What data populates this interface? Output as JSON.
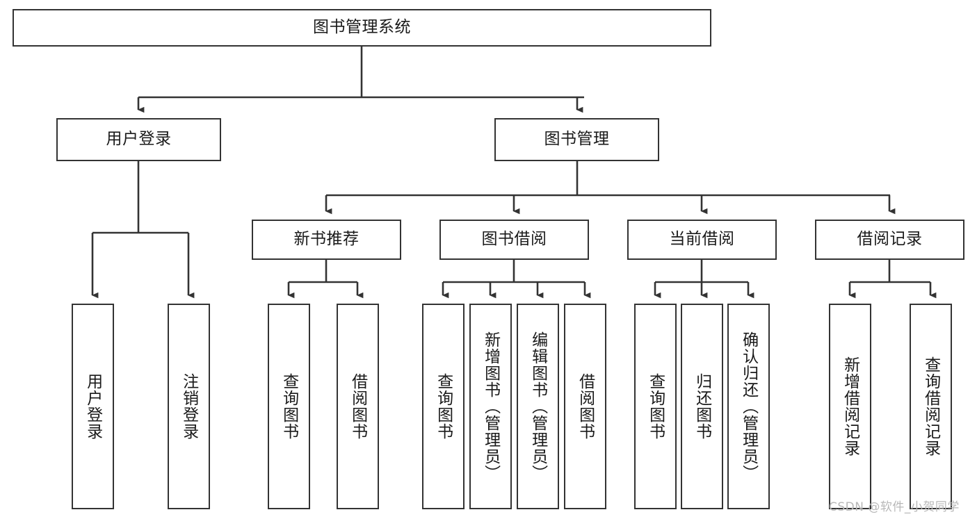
{
  "diagram": {
    "type": "tree-hierarchy-chart",
    "title_text": "图书管理系统",
    "watermark": "CSDN @软件_小贺同学",
    "colors": {
      "box_border": "#333333",
      "box_fill": "#ffffff",
      "connector": "#333333",
      "text": "#1a1a1a",
      "watermark": "#b8b8b8",
      "background": "#ffffff"
    },
    "nodes": {
      "root": {
        "label": "图书管理系统",
        "orientation": "horizontal",
        "level": 0
      },
      "user_login": {
        "label": "用户登录",
        "orientation": "horizontal",
        "level": 1
      },
      "book_manage": {
        "label": "图书管理",
        "orientation": "horizontal",
        "level": 1
      },
      "new_book_rec": {
        "label": "新书推荐",
        "orientation": "horizontal",
        "level": 2
      },
      "book_borrow": {
        "label": "图书借阅",
        "orientation": "horizontal",
        "level": 2
      },
      "current_borrow": {
        "label": "当前借阅",
        "orientation": "horizontal",
        "level": 2
      },
      "borrow_record": {
        "label": "借阅记录",
        "orientation": "horizontal",
        "level": 2
      },
      "leaf_user_login": {
        "label": "用户登录",
        "orientation": "vertical",
        "level": 2
      },
      "leaf_logout": {
        "label": "注销登录",
        "orientation": "vertical",
        "level": 2
      },
      "leaf_query_book_1": {
        "label": "查询图书",
        "orientation": "vertical",
        "level": 3
      },
      "leaf_borrow_book_1": {
        "label": "借阅图书",
        "orientation": "vertical",
        "level": 3
      },
      "leaf_query_book_2": {
        "label": "查询图书",
        "orientation": "vertical",
        "level": 3
      },
      "leaf_add_book": {
        "label": "新增图书（管理员）",
        "orientation": "vertical",
        "level": 3
      },
      "leaf_edit_book": {
        "label": "编辑图书（管理员）",
        "orientation": "vertical",
        "level": 3
      },
      "leaf_borrow_book_2": {
        "label": "借阅图书",
        "orientation": "vertical",
        "level": 3
      },
      "leaf_query_book_3": {
        "label": "查询图书",
        "orientation": "vertical",
        "level": 3
      },
      "leaf_return_book": {
        "label": "归还图书",
        "orientation": "vertical",
        "level": 3
      },
      "leaf_confirm_return": {
        "label": "确认归还（管理员）",
        "orientation": "vertical",
        "level": 3
      },
      "leaf_add_record": {
        "label": "新增借阅记录",
        "orientation": "vertical",
        "level": 3
      },
      "leaf_query_record": {
        "label": "查询借阅记录",
        "orientation": "vertical",
        "level": 3
      }
    },
    "edges": [
      {
        "from": "root",
        "to": "user_login"
      },
      {
        "from": "root",
        "to": "book_manage"
      },
      {
        "from": "user_login",
        "to": "leaf_user_login"
      },
      {
        "from": "user_login",
        "to": "leaf_logout"
      },
      {
        "from": "book_manage",
        "to": "new_book_rec"
      },
      {
        "from": "book_manage",
        "to": "book_borrow"
      },
      {
        "from": "book_manage",
        "to": "current_borrow"
      },
      {
        "from": "book_manage",
        "to": "borrow_record"
      },
      {
        "from": "new_book_rec",
        "to": "leaf_query_book_1"
      },
      {
        "from": "new_book_rec",
        "to": "leaf_borrow_book_1"
      },
      {
        "from": "book_borrow",
        "to": "leaf_query_book_2"
      },
      {
        "from": "book_borrow",
        "to": "leaf_add_book"
      },
      {
        "from": "book_borrow",
        "to": "leaf_edit_book"
      },
      {
        "from": "book_borrow",
        "to": "leaf_borrow_book_2"
      },
      {
        "from": "current_borrow",
        "to": "leaf_query_book_3"
      },
      {
        "from": "current_borrow",
        "to": "leaf_return_book"
      },
      {
        "from": "current_borrow",
        "to": "leaf_confirm_return"
      },
      {
        "from": "borrow_record",
        "to": "leaf_add_record"
      },
      {
        "from": "borrow_record",
        "to": "leaf_query_record"
      }
    ]
  }
}
